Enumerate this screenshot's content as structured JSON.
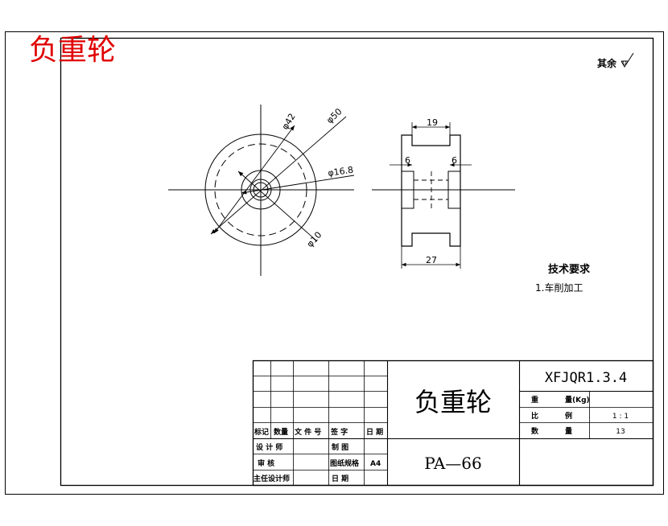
{
  "watermark_title": "负重轮",
  "surface_finish_note": "其余",
  "front_view": {
    "dims": [
      "φ42",
      "φ50",
      "φ16.8",
      "φ10"
    ]
  },
  "side_view": {
    "dims": [
      "19",
      "6",
      "6",
      "27"
    ]
  },
  "tech_requirements": {
    "heading": "技术要求",
    "items": [
      "1.车削加工"
    ]
  },
  "title_block": {
    "part_name": "负重轮",
    "drawing_code": "XFJQR1.3.4",
    "part_number": "PA—66",
    "change_header": [
      "标记",
      "数量",
      "文 件 号",
      "签    字",
      "日 期"
    ],
    "roles": {
      "designer": "设 计 师",
      "checker": "审    核",
      "chief_designer": "主任设计师",
      "drafter": "制    图",
      "paper_size_label": "图纸规格",
      "paper_size_value": "A4",
      "date_label": "日    期"
    },
    "props": {
      "weight_label": "重",
      "weight_unit_label": "量(Kg)",
      "scale_label": "比",
      "scale_label2": "例",
      "scale_value": "1 : 1",
      "qty_label": "数",
      "qty_label2": "量",
      "qty_value": "13"
    }
  }
}
